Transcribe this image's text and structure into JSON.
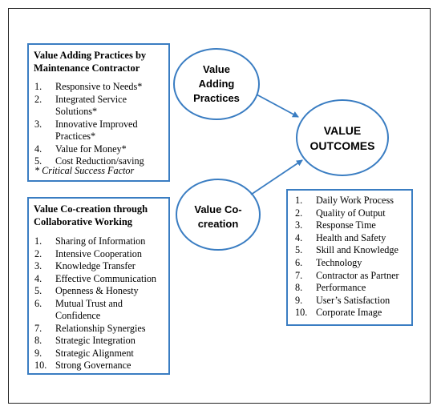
{
  "practices_box": {
    "title_line1": "Value Adding Practices by",
    "title_line2": "Maintenance Contractor",
    "items": [
      {
        "num": "1.",
        "text": "Responsive to Needs*"
      },
      {
        "num": "2.",
        "text": "Integrated Service Solutions*"
      },
      {
        "num": "3.",
        "text": "Innovative Improved Practices*"
      },
      {
        "num": "4.",
        "text": "Value for Money*"
      },
      {
        "num": "5.",
        "text": "Cost Reduction/saving"
      }
    ],
    "footnote": "* Critical Success Factor"
  },
  "cocreation_box": {
    "title_line1": "Value Co-creation through",
    "title_line2": "Collaborative Working",
    "items": [
      {
        "num": "1.",
        "text": "Sharing of Information"
      },
      {
        "num": "2.",
        "text": "Intensive Cooperation"
      },
      {
        "num": "3.",
        "text": "Knowledge Transfer"
      },
      {
        "num": "4.",
        "text": "Effective Communication"
      },
      {
        "num": "5.",
        "text": "Openness & Honesty"
      },
      {
        "num": "6.",
        "text": "Mutual Trust and Confidence"
      },
      {
        "num": "7.",
        "text": "Relationship Synergies"
      },
      {
        "num": "8.",
        "text": "Strategic Integration"
      },
      {
        "num": "9.",
        "text": "Strategic Alignment"
      },
      {
        "num": "10.",
        "text": "Strong Governance"
      }
    ]
  },
  "outcomes_box": {
    "items": [
      {
        "num": "1.",
        "text": "Daily Work Process"
      },
      {
        "num": "2.",
        "text": "Quality of Output"
      },
      {
        "num": "3.",
        "text": "Response Time"
      },
      {
        "num": "4.",
        "text": "Health and Safety"
      },
      {
        "num": "5.",
        "text": "Skill and Knowledge"
      },
      {
        "num": "6.",
        "text": "Technology"
      },
      {
        "num": "7.",
        "text": "Contractor as Partner"
      },
      {
        "num": "8.",
        "text": "Performance"
      },
      {
        "num": "9.",
        "text": "User’s Satisfaction"
      },
      {
        "num": "10.",
        "text": "Corporate Image"
      }
    ]
  },
  "ellipses": {
    "practices": {
      "line1": "Value",
      "line2": "Adding",
      "line3": "Practices"
    },
    "outcomes": {
      "line1": "VALUE",
      "line2": "OUTCOMES"
    },
    "cocreation": {
      "line1": "Value Co-",
      "line2": "creation"
    }
  },
  "colors": {
    "accent": "#3a7dc2",
    "text": "#000000",
    "frame": "#222222"
  }
}
